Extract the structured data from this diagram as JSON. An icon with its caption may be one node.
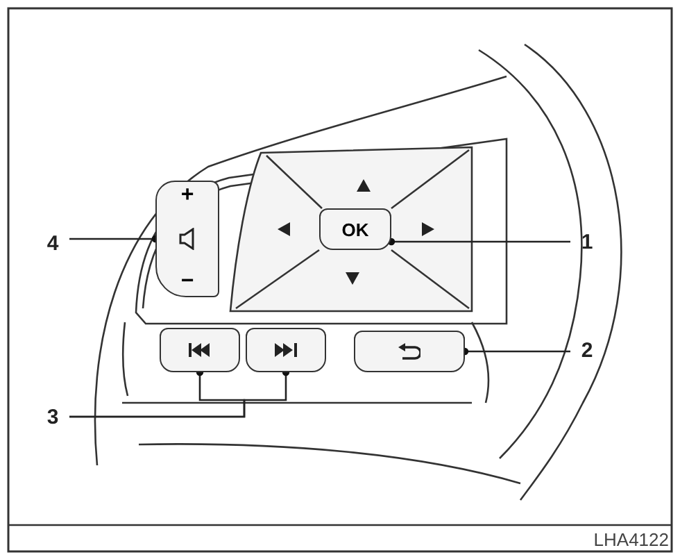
{
  "diagram": {
    "nodes": [
      {
        "text": [
          "4"
        ]
      },
      {
        "text": [
          "+",
          "−"
        ]
      },
      {
        "text": [
          "OK"
        ]
      },
      {
        "text": [
          "1"
        ]
      },
      {
        "text": [],
        "shape": "box"
      },
      {
        "text": [],
        "shape": "box"
      },
      {
        "text": [],
        "shape": "box"
      },
      {
        "text": [
          "2"
        ]
      },
      {
        "text": [
          "3"
        ]
      }
    ],
    "edges": [
      {
        "from": 0,
        "to": 1,
        "arrow": "other"
      },
      {
        "from": 3,
        "to": 2,
        "arrow": "other"
      },
      {
        "from": 7,
        "to": 6,
        "arrow": "other"
      },
      {
        "from": 8,
        "to": 4,
        "arrow": "other"
      },
      {
        "from": 8,
        "to": 5,
        "arrow": "other"
      }
    ],
    "labels": [
      "LHA4122"
    ]
  }
}
